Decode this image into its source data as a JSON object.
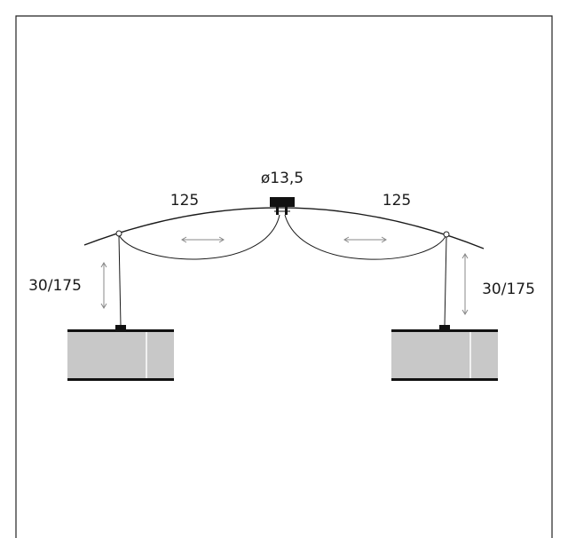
{
  "diagram": {
    "canopy_diameter_label": "ø13,5",
    "arm_length_left_label": "125",
    "arm_length_right_label": "125",
    "drop_height_left_label": "30/175",
    "drop_height_right_label": "30/175"
  },
  "colors": {
    "line": "#1a1a1a",
    "arrow": "#888888",
    "shade_fill": "#c8c8c8",
    "shade_band": "#111111",
    "frame": "#222222"
  }
}
